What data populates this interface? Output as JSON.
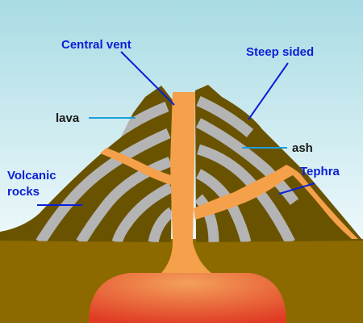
{
  "labels": {
    "central_vent": "Central vent",
    "steep_sided": "Steep sided",
    "lava": "lava",
    "ash": "ash",
    "tephra": "Tephra",
    "volcanic_line1": "Volcanic",
    "volcanic_line2": "rocks"
  },
  "colors": {
    "sky_top": "#a9dbe4",
    "sky_bottom": "#eef9fb",
    "ground": "#8d6a00",
    "volcano_rock": "#6a5300",
    "lava_band": "#b4b4b4",
    "magma_vent": "#f5a04a",
    "magma_chamber_top": "#f28a50",
    "magma_chamber_bottom": "#e03c24",
    "pointer_blue": "#0a1fd6",
    "pointer_cyan": "#1aa0d8",
    "label_blue": "#0a1fd6",
    "label_dark": "#1a1a1a"
  }
}
